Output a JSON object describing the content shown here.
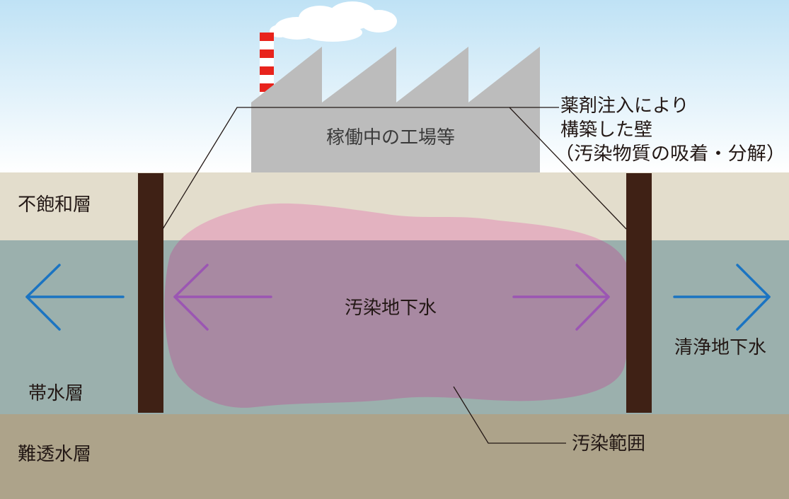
{
  "colors": {
    "sky_top": "#bfe2f5",
    "sky_bottom": "#ffffff",
    "unsaturated": "#e3ddcc",
    "aquifer": "#9bb0ad",
    "aquitard": "#ada38a",
    "factory": "#bcbcbc",
    "chimney_red": "#e8231c",
    "wall": "#3f2115",
    "plume_upper": "#e3b2c0",
    "plume_lower": "#a889a2",
    "arrow_purple": "#9b56b3",
    "arrow_blue": "#1b74c2",
    "leader_line": "#231815"
  },
  "layers": {
    "unsaturated_label": "不飽和層",
    "aquifer_label": "帯水層",
    "aquitard_label": "難透水層"
  },
  "factory": {
    "label": "稼働中の工場等"
  },
  "wall_callout": {
    "line1": "薬剤注入により",
    "line2": "構築した壁",
    "line3": "（汚染物質の吸着・分解）"
  },
  "groundwater": {
    "contaminated_label": "汚染地下水",
    "clean_label": "清浄地下水"
  },
  "contamination_callout": {
    "label": "汚染範囲"
  }
}
